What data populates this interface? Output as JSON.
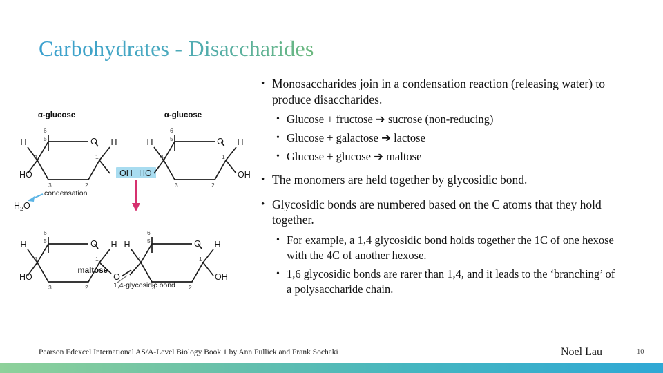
{
  "slide": {
    "title": "Carbohydrates - Disaccharides",
    "title_gradient_from": "#3aa0cf",
    "title_gradient_to": "#6cb87e",
    "background": "#ffffff",
    "bottom_bar_from": "#8ed19a",
    "bottom_bar_to": "#2fa8d5"
  },
  "body": {
    "bullets": [
      {
        "level": 1,
        "marker": "•",
        "text": "Monosaccharides join in a condensation reaction (releasing water) to produce disaccharides."
      },
      {
        "level": 2,
        "marker": "•",
        "text": "Glucose + fructose ➔ sucrose (non-reducing)"
      },
      {
        "level": 2,
        "marker": "•",
        "text": "Glucose + galactose ➔ lactose"
      },
      {
        "level": 2,
        "marker": "•",
        "text": "Glucose + glucose ➔ maltose"
      },
      {
        "level": 1,
        "marker": "•",
        "text": "The monomers are held together by glycosidic bond."
      },
      {
        "level": 1,
        "marker": "•",
        "text": "Glycosidic bonds are numbered based on the C atoms that they hold together."
      },
      {
        "level": 2,
        "marker": "•",
        "text": "For example, a 1,4 glycosidic bond holds together the 1C of one hexose with the 4C of another hexose."
      },
      {
        "level": 2,
        "marker": "•",
        "text": "1,6 glycosidic bonds are rarer than 1,4, and it leads to the ‘branching’ of a polysaccharide chain."
      }
    ]
  },
  "figure": {
    "caption_top_left": "α-glucose",
    "caption_top_right": "α-glucose",
    "label_condensation": "condensation",
    "label_water": "H",
    "label_water_sub": "2",
    "label_water_o": "O",
    "label_product": "maltose",
    "label_bond": "1,4-glycosidic bond",
    "highlight_text_left": "OH",
    "highlight_text_right": "HO",
    "highlight_color": "#a8dcf0",
    "reaction_arrow_color": "#d6316f",
    "condensation_arrow_color": "#5bb4e5",
    "ring_o": "O",
    "atom_h": "H",
    "atom_ho": "HO",
    "atom_oh": "OH",
    "carbon_numbers": [
      "1",
      "2",
      "3",
      "4",
      "5",
      "6"
    ]
  },
  "footer": {
    "source": "Pearson Edexcel International AS/A-Level Biology Book 1 by Ann Fullick and Frank Sochaki",
    "author": "Noel Lau",
    "page_number": "10"
  }
}
